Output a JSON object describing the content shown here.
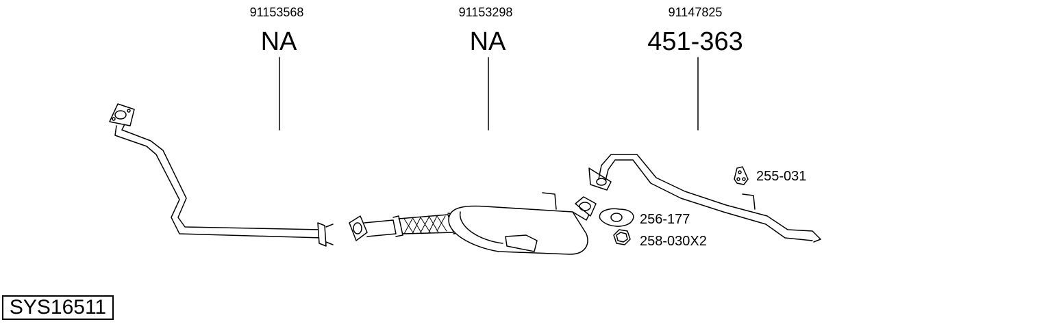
{
  "columns": [
    {
      "oem": "91153568",
      "part": "NA"
    },
    {
      "oem": "91153298",
      "part": "NA"
    },
    {
      "oem": "91147825",
      "part": "451-363"
    }
  ],
  "accessories": [
    {
      "part": "255-031",
      "icon": "rubber-hanger-icon"
    },
    {
      "part": "256-177",
      "icon": "flange-gasket-icon"
    },
    {
      "part": "258-030X2",
      "icon": "hex-nut-icon"
    }
  ],
  "system_code": "SYS16511"
}
